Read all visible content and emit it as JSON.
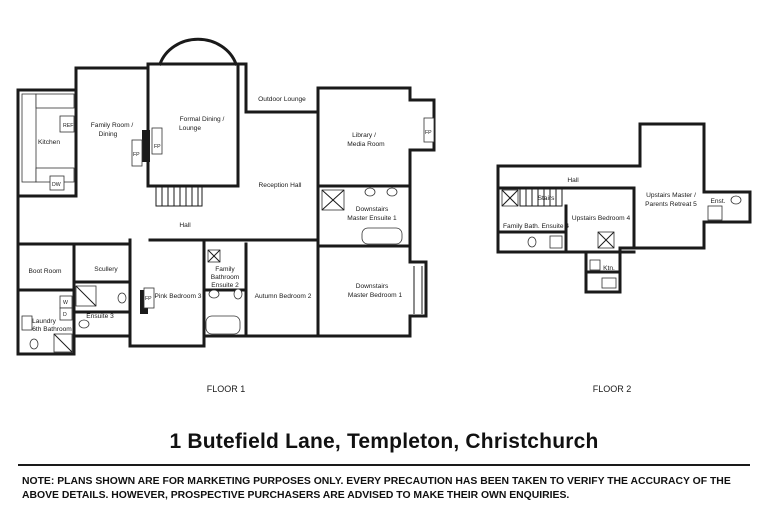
{
  "rooms": {
    "kitchen": "Kitchen",
    "ref": "REF",
    "dw": "DW",
    "family_room_1": "Family Room /",
    "family_room_2": "Dining",
    "fp": "FP",
    "formal_dining_1": "Formal Dining /",
    "formal_dining_2": "Lounge",
    "outdoor_lounge": "Outdoor Lounge",
    "library_1": "Library /",
    "library_2": "Media Room",
    "reception_hall": "Reception Hall",
    "downstairs_ensuite_1": "Downstairs",
    "downstairs_ensuite_2": "Master Ensuite 1",
    "hall": "Hall",
    "boot_room": "Boot Room",
    "scullery": "Scullery",
    "ensuite_3": "Ensuite 3",
    "pink_bedroom": "Pink Bedroom 3",
    "family_bathroom_1": "Family",
    "family_bathroom_2": "Bathroom",
    "family_bathroom_3": "Ensuite 2",
    "autumn_bedroom": "Autumn Bedroom 2",
    "downstairs_master_1": "Downstairs",
    "downstairs_master_2": "Master Bedroom 1",
    "laundry_1": "Laundry",
    "laundry_2": "6th Bathroom",
    "w": "W",
    "d": "D",
    "up_hall": "Hall",
    "stairs": "Stairs",
    "family_bath_ensuite_4": "Family Bath. Ensuite 4",
    "upstairs_bedroom_4": "Upstairs Bedroom 4",
    "upstairs_master_1": "Upstairs Master /",
    "upstairs_master_2": "Parents Retreat 5",
    "enst": "Enst.",
    "ktn": "Ktn."
  },
  "floors": {
    "floor_1": "FLOOR 1",
    "floor_2": "FLOOR 2"
  },
  "address": "1 Butefield Lane, Templeton, Christchurch",
  "disclaimer": "NOTE: PLANS SHOWN ARE FOR MARKETING PURPOSES ONLY. EVERY PRECAUTION HAS BEEN TAKEN TO VERIFY THE ACCURACY OF THE ABOVE DETAILS. HOWEVER, PROSPECTIVE PURCHASERS ARE ADVISED TO MAKE THEIR OWN ENQUIRIES."
}
